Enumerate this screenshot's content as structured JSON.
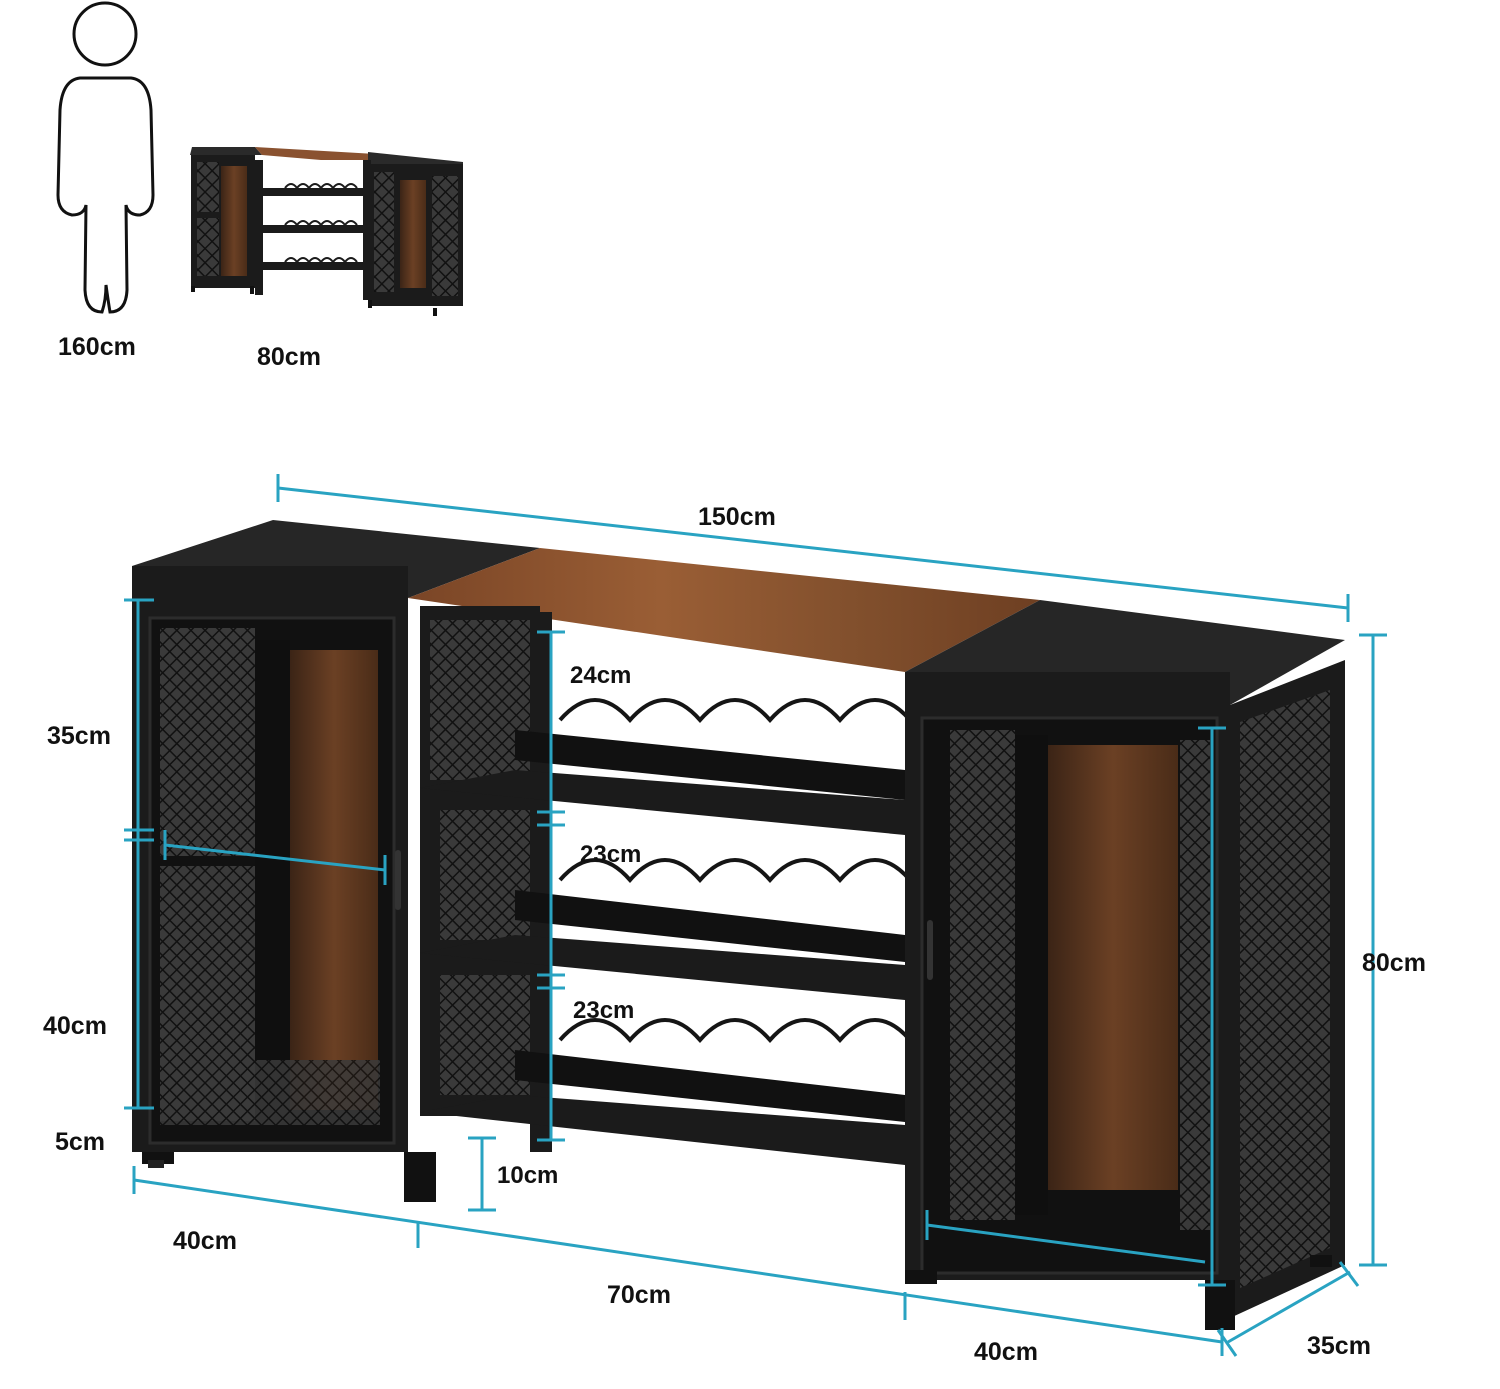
{
  "scale_reference": {
    "person_height": "160cm",
    "cabinet_height": "80cm"
  },
  "dimensions": {
    "total_width": "150cm",
    "left_upper_height": "35cm",
    "left_lower_height": "40cm",
    "foot_height": "5cm",
    "shelf_gap_1": "24cm",
    "shelf_gap_2": "23cm",
    "shelf_gap_3": "23cm",
    "bottom_clearance": "10cm",
    "total_height": "80cm",
    "left_cabinet_width": "40cm",
    "middle_width": "70cm",
    "right_cabinet_width": "40cm",
    "depth": "35cm"
  },
  "colors": {
    "dimension_line": "#29a3c2",
    "cabinet_black": "#1b1b1b",
    "wood": "#8a5230",
    "text": "#111111"
  }
}
